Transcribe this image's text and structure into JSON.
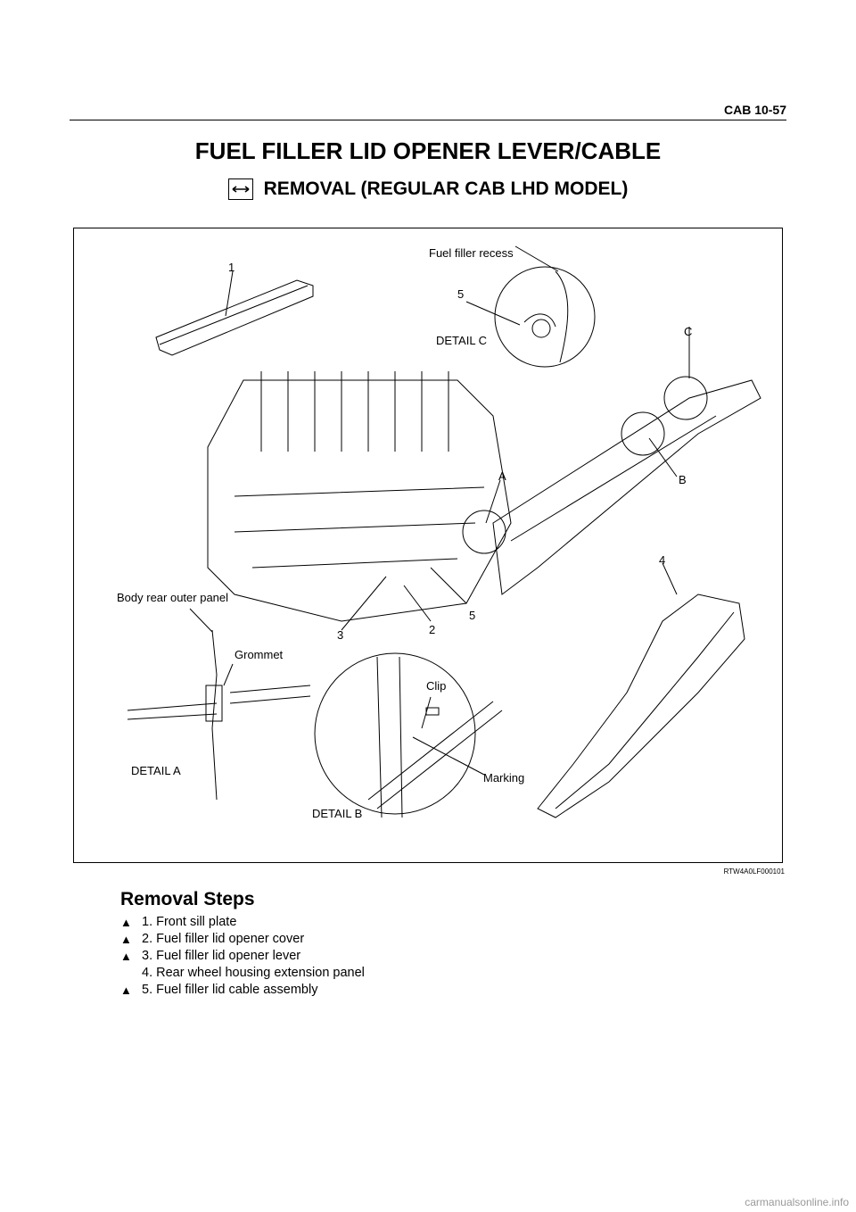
{
  "header": {
    "section": "CAB  10-57"
  },
  "title": "FUEL FILLER LID OPENER LEVER/CABLE",
  "subtitle": {
    "icon": "double-arrow-icon",
    "text": "REMOVAL (REGULAR CAB LHD MODEL)"
  },
  "figure": {
    "labels": {
      "num1": "1",
      "fuel_recess": "Fuel filler recess",
      "num5_top": "5",
      "detail_c": "DETAIL C",
      "c": "C",
      "a": "A",
      "b": "B",
      "num4": "4",
      "body_rear": "Body rear outer panel",
      "num3": "3",
      "num2": "2",
      "num5_bottom": "5",
      "grommet": "Grommet",
      "clip": "Clip",
      "marking": "Marking",
      "detail_a": "DETAIL A",
      "detail_b": "DETAIL B"
    },
    "code": "RTW4A0LF000101"
  },
  "removal": {
    "title": "Removal Steps",
    "steps": [
      {
        "marker": "▲",
        "text": "1. Front sill plate"
      },
      {
        "marker": "▲",
        "text": "2. Fuel filler lid opener cover"
      },
      {
        "marker": "▲",
        "text": "3. Fuel filler lid opener lever"
      },
      {
        "marker": "",
        "text": "4. Rear wheel housing extension panel"
      },
      {
        "marker": "▲",
        "text": "5. Fuel filler lid cable assembly"
      }
    ]
  },
  "footer": "carmanualsonline.info"
}
